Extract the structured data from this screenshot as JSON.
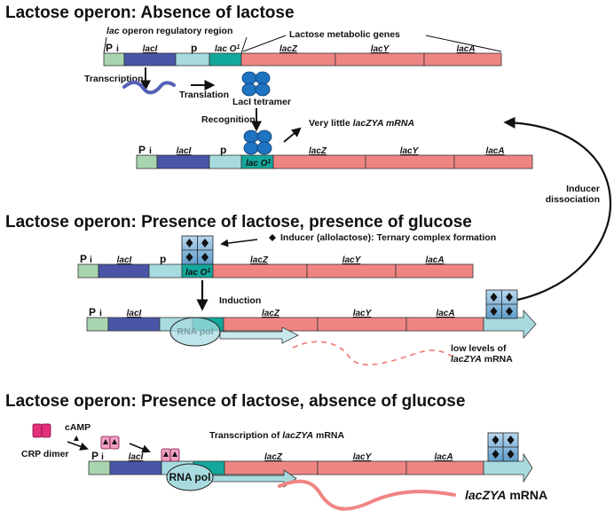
{
  "colors": {
    "promoter_i": "#a8d5b0",
    "lacI": "#4a55a8",
    "promoter": "#a7dbe0",
    "operator": "#12a89c",
    "structural": "#ef8583",
    "repressor": "#1e73c2",
    "inducer_box": "#7fb6dc",
    "crp": "#e4307a",
    "crp_light": "#f1a0c4",
    "rna_pol": "#a7dbe0",
    "mrna_full": "#ef8583",
    "mrna_lacI": "#5560b8"
  },
  "panel1": {
    "title": "Lactose operon:  Absence of lactose",
    "regulatory_region_label_italic": "lac",
    "regulatory_region_label": " operon regulatory region",
    "metabolic_genes_label": "Lactose metabolic genes",
    "transcription_label": "Transcription",
    "translation_label": "Translation",
    "tetramer_label": "LacI tetramer",
    "recognition_label": "Recognition",
    "very_little_prefix": "Very little ",
    "very_little_italic": "lacZYA mRNA",
    "inducer_dissociation_line1": "Inducer",
    "inducer_dissociation_line2": "dissociation"
  },
  "genes": {
    "p_i": "P",
    "p_i_sub": "i",
    "lacI": "lacI",
    "p": "p",
    "lacO": "lac O",
    "lacO_sup": "1",
    "lacZ": "lacZ",
    "lacY": "lacY",
    "lacA": "lacA"
  },
  "panel2": {
    "title": "Lactose operon:  Presence of lactose, presence of glucose",
    "inducer_label": "Inducer (allolactose):  Ternary complex formation",
    "induction_label": "Induction",
    "rna_pol_label": "RNA pol",
    "low_levels_line1": "low levels of",
    "low_levels_line2_italic": "lacZYA",
    "low_levels_line2": " mRNA"
  },
  "panel3": {
    "title": "Lactose operon:  Presence of lactose, absence of glucose",
    "camp_label": "cAMP",
    "crp_dimer_label": "CRP dimer",
    "transcription_prefix": "Transcription of ",
    "transcription_italic": "lacZYA",
    "transcription_suffix": " mRNA",
    "rna_pol_label": "RNA pol",
    "mrna_italic": "lacZYA",
    "mrna_suffix": " mRNA"
  }
}
